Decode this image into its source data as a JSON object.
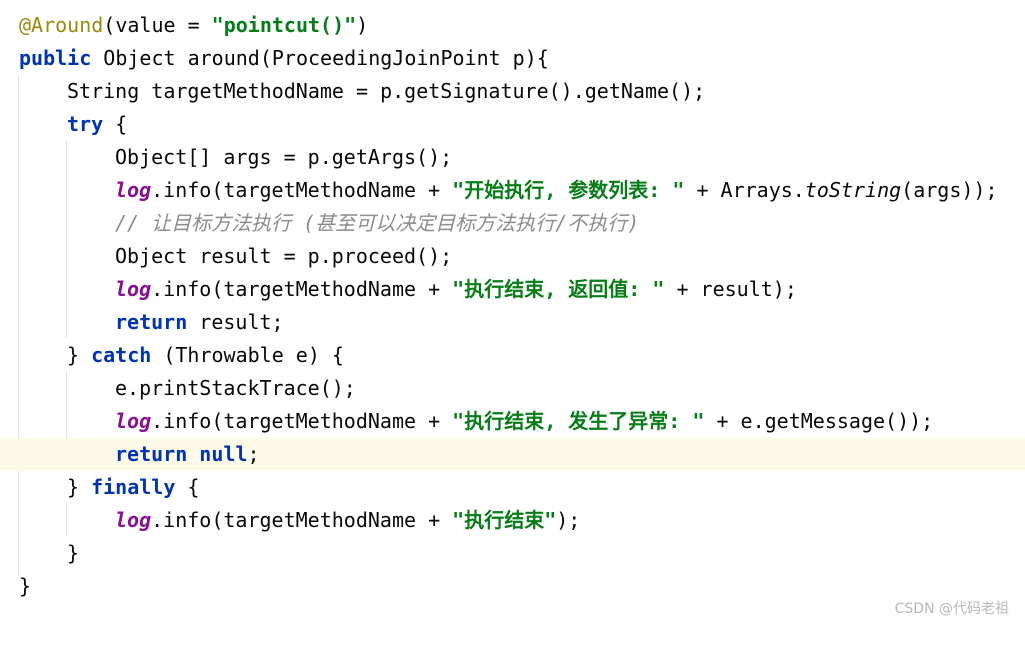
{
  "code": {
    "line01": {
      "annotation": "@Around",
      "rest_a": "(value = ",
      "string": "\"pointcut()\"",
      "rest_b": ")"
    },
    "line02": {
      "kw": "public",
      "rest": " Object around(ProceedingJoinPoint p){"
    },
    "line03": {
      "rest": "String targetMethodName = p.getSignature().getName();"
    },
    "line04": {
      "kw": "try",
      "rest": " {"
    },
    "line05": {
      "rest": "Object[] args = p.getArgs();"
    },
    "line06": {
      "field": "log",
      "rest_a": ".info(targetMethodName + ",
      "string": "\"开始执行, 参数列表: \"",
      "rest_b": " + Arrays.",
      "static_call": "toString",
      "rest_c": "(args));"
    },
    "line07": {
      "comment": "// 让目标方法执行 (甚至可以决定目标方法执行/不执行)"
    },
    "line08": {
      "rest": "Object result = p.proceed();"
    },
    "line09": {
      "field": "log",
      "rest_a": ".info(targetMethodName + ",
      "string": "\"执行结束, 返回值: \"",
      "rest_b": " + result);"
    },
    "line10": {
      "kw": "return",
      "rest": " result;"
    },
    "line11": {
      "rest_a": "} ",
      "kw": "catch",
      "rest_b": " (Throwable e) {"
    },
    "line12": {
      "rest": "e.printStackTrace();"
    },
    "line13": {
      "field": "log",
      "rest_a": ".info(targetMethodName + ",
      "string": "\"执行结束, 发生了异常: \"",
      "rest_b": " + e.getMessage());"
    },
    "line14": {
      "kw": "return",
      "space": " ",
      "kw2": "null",
      "rest": ";"
    },
    "line15": {
      "rest_a": "} ",
      "kw": "finally",
      "rest_b": " {"
    },
    "line16": {
      "field": "log",
      "rest_a": ".info(targetMethodName + ",
      "string": "\"执行结束\"",
      "rest_b": ");"
    },
    "line17": {
      "rest": "}"
    },
    "line18": {
      "rest": "}"
    }
  },
  "watermark": "CSDN @代码老祖",
  "colors": {
    "keyword": "#0033b3",
    "annotation": "#9e880d",
    "string": "#067d17",
    "field": "#871094",
    "comment": "#8c8c8c",
    "highlight_line": "#fdfbe8"
  }
}
